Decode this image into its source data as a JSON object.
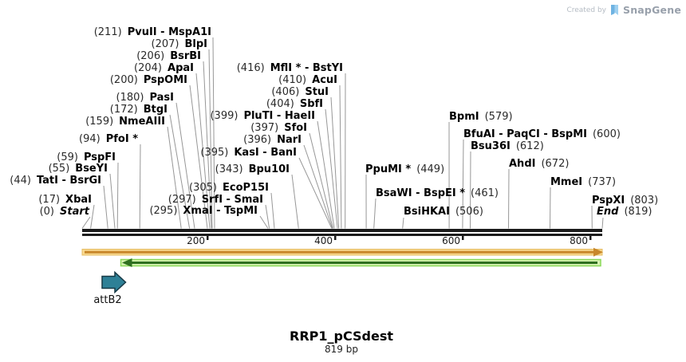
{
  "watermark": {
    "created_by": "Created by",
    "brand": "SnapGene"
  },
  "plasmid": {
    "title": "RRP1_pCSdest",
    "length": "819 bp"
  },
  "ruler": {
    "ticks": [
      "200",
      "400",
      "600",
      "800"
    ]
  },
  "features": {
    "attb2_label": "attB2"
  },
  "colors": {
    "forward_feature": "#c8872b",
    "forward_feature_fill": "#f9d98f",
    "reverse_feature": "#2f7020",
    "reverse_feature_fill": "#d6f3b1",
    "attb2_fill": "#2e8096",
    "leader_line": "#979797",
    "brand_blue": "#9fd0f0"
  },
  "sites_left": [
    {
      "pos": "(211)",
      "name": "PvuII - MspA1I"
    },
    {
      "pos": "(207)",
      "name": "BlpI"
    },
    {
      "pos": "(206)",
      "name": "BsrBI"
    },
    {
      "pos": "(204)",
      "name": "ApaI"
    },
    {
      "pos": "(200)",
      "name": "PspOMI"
    },
    {
      "pos": "(180)",
      "name": "PasI"
    },
    {
      "pos": "(172)",
      "name": "BtgI"
    },
    {
      "pos": "(159)",
      "name": "NmeAIII"
    },
    {
      "pos": "(94)",
      "name": "PfoI *"
    },
    {
      "pos": "(59)",
      "name": "PspFI"
    },
    {
      "pos": "(55)",
      "name": "BseYI"
    },
    {
      "pos": "(44)",
      "name": "TatI - BsrGI"
    },
    {
      "pos": "(17)",
      "name": "XbaI"
    },
    {
      "pos": "(0)",
      "name": "Start"
    }
  ],
  "sites_mid": [
    {
      "pos": "(416)",
      "name": "MflI * - BstYI"
    },
    {
      "pos": "(410)",
      "name": "AcuI"
    },
    {
      "pos": "(406)",
      "name": "StuI"
    },
    {
      "pos": "(404)",
      "name": "SbfI"
    },
    {
      "pos": "(399)",
      "name": "PluTI - HaeII"
    },
    {
      "pos": "(397)",
      "name": "SfoI"
    },
    {
      "pos": "(396)",
      "name": "NarI"
    },
    {
      "pos": "(395)",
      "name": "KasI - BanI"
    },
    {
      "pos": "(343)",
      "name": "Bpu10I"
    },
    {
      "pos": "(305)",
      "name": "EcoP15I"
    },
    {
      "pos": "(297)",
      "name": "SrfI - SmaI"
    },
    {
      "pos": "(295)",
      "name": "XmaI - TspMI"
    }
  ],
  "sites_right": [
    {
      "name": "BpmI",
      "pos": "(579)"
    },
    {
      "name": "BfuAI - PaqCI - BspMI",
      "pos": "(600)"
    },
    {
      "name": "Bsu36I",
      "pos": "(612)"
    },
    {
      "name": "AhdI",
      "pos": "(672)"
    },
    {
      "name": "PpuMI *",
      "pos": "(449)"
    },
    {
      "name": "MmeI",
      "pos": "(737)"
    },
    {
      "name": "BsaWI - BspEI *",
      "pos": "(461)"
    },
    {
      "name": "PspXI",
      "pos": "(803)"
    },
    {
      "name": "BsiHKAI",
      "pos": "(506)"
    },
    {
      "name": "End",
      "pos": "(819)"
    }
  ]
}
